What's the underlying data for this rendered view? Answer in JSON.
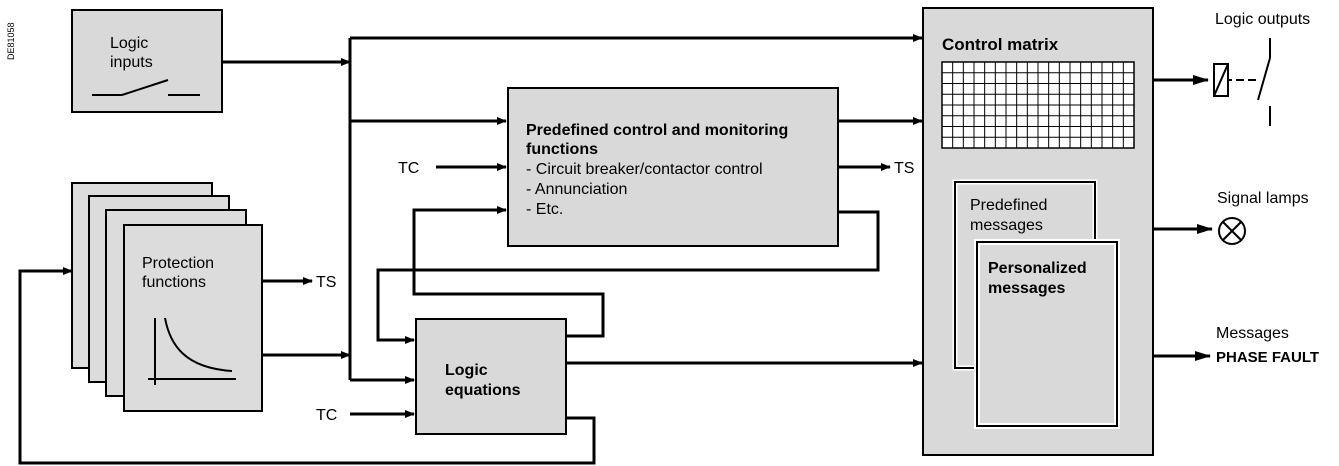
{
  "figure_id": "DE81058",
  "logic_inputs": {
    "line1": "Logic",
    "line2": "inputs"
  },
  "protection": {
    "line1": "Protection",
    "line2": "functions"
  },
  "predefined": {
    "title1": "Predefined control and monitoring",
    "title2": "functions",
    "items": [
      "- Circuit breaker/contactor control",
      "- Annunciation",
      "- Etc."
    ]
  },
  "logic_equations": {
    "line1": "Logic",
    "line2": "equations"
  },
  "control_matrix": "Control matrix",
  "predefined_messages": {
    "line1": "Predefined",
    "line2": "messages"
  },
  "personalized_messages": {
    "line1": "Personalized",
    "line2": "messages"
  },
  "signals": {
    "tc": "TC",
    "ts": "TS"
  },
  "outputs": {
    "logic_outputs": "Logic outputs",
    "signal_lamps": "Signal lamps",
    "messages": "Messages",
    "phase_fault": "PHASE FAULT"
  }
}
